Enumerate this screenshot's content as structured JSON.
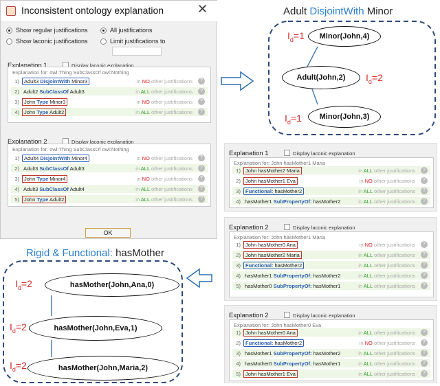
{
  "dialog": {
    "title": "Inconsistent ontology explanation",
    "opt_regular": "Show regular justifications",
    "opt_laconic": "Show laconic justifications",
    "opt_all": "All justifications",
    "opt_limit": "Limit justifications to",
    "ok_label": "OK"
  },
  "labels": {
    "explanation1": "Explanation 1",
    "explanation2": "Explanation 2",
    "laconic": "Display laconic explanation",
    "in_prefix": "in",
    "no": "NO",
    "all": "ALL",
    "other": "other justifications",
    "q": "?"
  },
  "dlg_expl1": {
    "header": "Explanation for: owl:Thing SubClassOf owl:Nothing",
    "rows": [
      {
        "n": "1)",
        "a": "Adult3",
        "k": "DisjointWith",
        "b": "Minor3",
        "box": "blue",
        "st": "NO",
        "g": false
      },
      {
        "n": "2)",
        "a": "Adult2",
        "k": "SubClassOf",
        "b": "Adult3",
        "box": "",
        "st": "ALL",
        "g": true
      },
      {
        "n": "3)",
        "a": "John",
        "k": "Type",
        "b": "Minor3",
        "box": "red",
        "st": "NO",
        "g": false
      },
      {
        "n": "4)",
        "a": "John",
        "k": "Type",
        "b": "Adult2",
        "box": "red",
        "st": "ALL",
        "g": true
      }
    ]
  },
  "dlg_expl2": {
    "header": "Explanation for: owl:Thing SubClassOf owl:Nothing",
    "rows": [
      {
        "n": "1)",
        "a": "Adult4",
        "k": "DisjointWith",
        "b": "Minor4",
        "box": "blue",
        "st": "NO",
        "g": false
      },
      {
        "n": "2)",
        "a": "Adult3",
        "k": "SubClassOf",
        "b": "Adult3",
        "box": "",
        "st": "ALL",
        "g": true
      },
      {
        "n": "3)",
        "a": "John",
        "k": "Type",
        "b": "Minor4",
        "box": "red",
        "st": "NO",
        "g": false
      },
      {
        "n": "4)",
        "a": "Adult3",
        "k": "SubClassOf",
        "b": "Adult4",
        "box": "",
        "st": "ALL",
        "g": true
      },
      {
        "n": "5)",
        "a": "John",
        "k": "Type",
        "b": "Adult2",
        "box": "red",
        "st": "ALL",
        "g": true
      }
    ]
  },
  "top_diagram": {
    "title_pre": "Adult ",
    "title_key": "DisjointWith",
    "title_post": " Minor",
    "nodes": [
      "Minor(John,4)",
      "Adult(John,2)",
      "Minor(John,3)"
    ],
    "ids": [
      "=1",
      "=2",
      "=1"
    ],
    "id_letter": "I",
    "id_sub": "d"
  },
  "bottom_diagram": {
    "title_key": "Rigid & Functional:",
    "title_post": " hasMother",
    "nodes": [
      "hasMother(John,Ana,0)",
      "hasMother(John,Eva,1)",
      "hasMother(John,Maria,2)"
    ],
    "ids": [
      "=2",
      "=2",
      "=2"
    ]
  },
  "right_expl1": {
    "header": "Explanation for: John hasMother1 Maria",
    "rows": [
      {
        "n": "1)",
        "a": "John",
        "k": "",
        "b": "hasMother2 Maria",
        "box": "red",
        "st": "ALL",
        "g": true
      },
      {
        "n": "2)",
        "a": "John",
        "k": "",
        "b": "hasMother1 Eva",
        "box": "red",
        "st": "NO",
        "g": false
      },
      {
        "n": "3)",
        "a": "Functional:",
        "k": "",
        "b": "hasMother2",
        "box": "blue",
        "st": "ALL",
        "g": true
      },
      {
        "n": "4)",
        "a": "hasMother1",
        "k": "SubPropertyOf:",
        "b": "hasMother2",
        "box": "",
        "st": "ALL",
        "g": true
      }
    ]
  },
  "right_expl2": {
    "header": "Explanation for: John hasMother1 Maria",
    "rows": [
      {
        "n": "1)",
        "a": "John",
        "k": "",
        "b": "hasMother0 Ana",
        "box": "red",
        "st": "NO",
        "g": false
      },
      {
        "n": "2)",
        "a": "John",
        "k": "",
        "b": "hasMother2 Maria",
        "box": "red",
        "st": "ALL",
        "g": true
      },
      {
        "n": "3)",
        "a": "Functional:",
        "k": "",
        "b": "hasMother2",
        "box": "blue",
        "st": "ALL",
        "g": true
      },
      {
        "n": "4)",
        "a": "hasMother1",
        "k": "SubPropertyOf:",
        "b": "hasMother2",
        "box": "",
        "st": "ALL",
        "g": true
      },
      {
        "n": "5)",
        "a": "hasMother0",
        "k": "SubPropertyOf:",
        "b": "hasMother1",
        "box": "",
        "st": "ALL",
        "g": true
      }
    ]
  },
  "right_expl3": {
    "header": "Explanation for: John hasMother0 Eva",
    "rows": [
      {
        "n": "1)",
        "a": "John",
        "k": "",
        "b": "hasMother0 Ana",
        "box": "red",
        "st": "ALL",
        "g": true
      },
      {
        "n": "2)",
        "a": "Functional:",
        "k": "",
        "b": "hasMother2",
        "box": "blue",
        "st": "NO",
        "g": false
      },
      {
        "n": "3)",
        "a": "hasMother1",
        "k": "SubPropertyOf:",
        "b": "hasMother2",
        "box": "",
        "st": "ALL",
        "g": true
      },
      {
        "n": "4)",
        "a": "hasMother0",
        "k": "SubPropertyOf:",
        "b": "hasMother1",
        "box": "",
        "st": "ALL",
        "g": true
      },
      {
        "n": "5)",
        "a": "John",
        "k": "",
        "b": "hasMother1 Eva",
        "box": "red",
        "st": "ALL",
        "g": true
      }
    ]
  },
  "colors": {
    "red": "#d92a2a",
    "blue": "#2a7fd0",
    "dash": "#2b4a7a",
    "green": "#2a9a2a"
  }
}
